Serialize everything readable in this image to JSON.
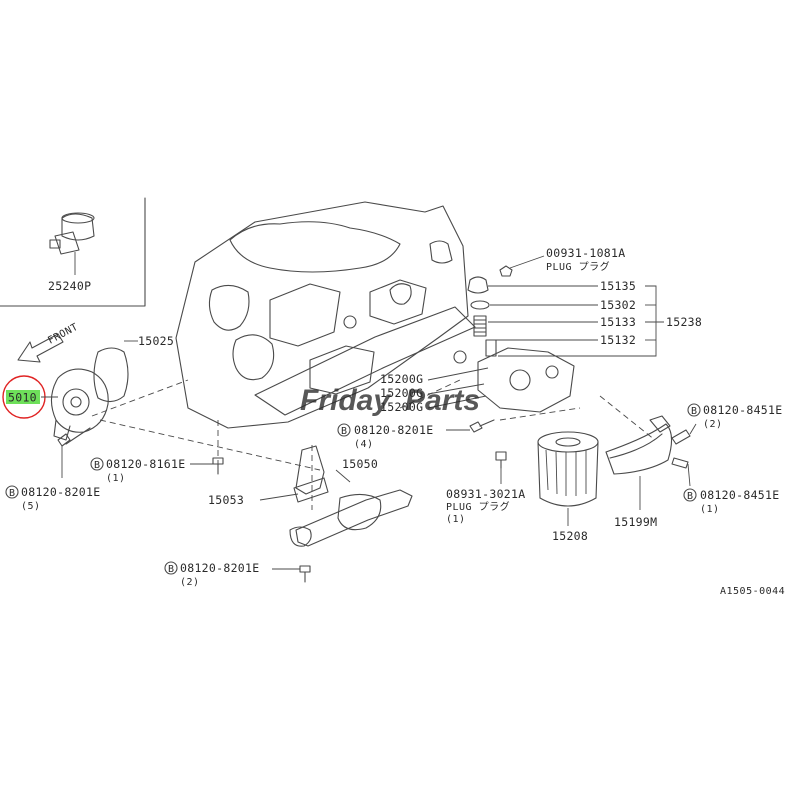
{
  "labels": {
    "switch_part": "25240P",
    "front": "FRONT",
    "cover": "15025",
    "pump_highlight": "5010",
    "bolt_8161": "08120-8161E",
    "bolt_8161_qty": "(1)",
    "bolt_8201_left": "08120-8201E",
    "bolt_8201_left_qty": "(5)",
    "bracket": "15053",
    "strainer": "15050",
    "bolt_8201_bottom": "08120-8201E",
    "bolt_8201_bottom_qty": "(2)",
    "plug_top": "00931-1081A",
    "plug_top_desc": "PLUG プラグ",
    "p15135": "15135",
    "p15302": "15302",
    "p15133": "15133",
    "p15132": "15132",
    "p15238": "15238",
    "p15200_a": "15200G",
    "p15200_b": "15200G",
    "p15200_c": "15200G",
    "bolt_8201_mid": "08120-8201E",
    "bolt_8201_mid_qty": "(4)",
    "bolt_8451_top": "08120-8451E",
    "bolt_8451_top_qty": "(2)",
    "bolt_8451_bot": "08120-8451E",
    "bolt_8451_bot_qty": "(1)",
    "plug_bottom": "08931-3021A",
    "plug_bottom_desc": "PLUG プラグ",
    "plug_bottom_qty": "(1)",
    "filter": "15208",
    "guard": "15199M",
    "drawing_code": "A1505-0044"
  },
  "bolt_symbol": "B",
  "watermark": {
    "text_a": "Friday",
    "text_b": "Parts",
    "color_a": "#1a56c4",
    "color_b": "#f0a020"
  },
  "colors": {
    "highlight_fill": "#6ee05a",
    "highlight_ring": "#e02424",
    "line": "#4a4a4a"
  }
}
